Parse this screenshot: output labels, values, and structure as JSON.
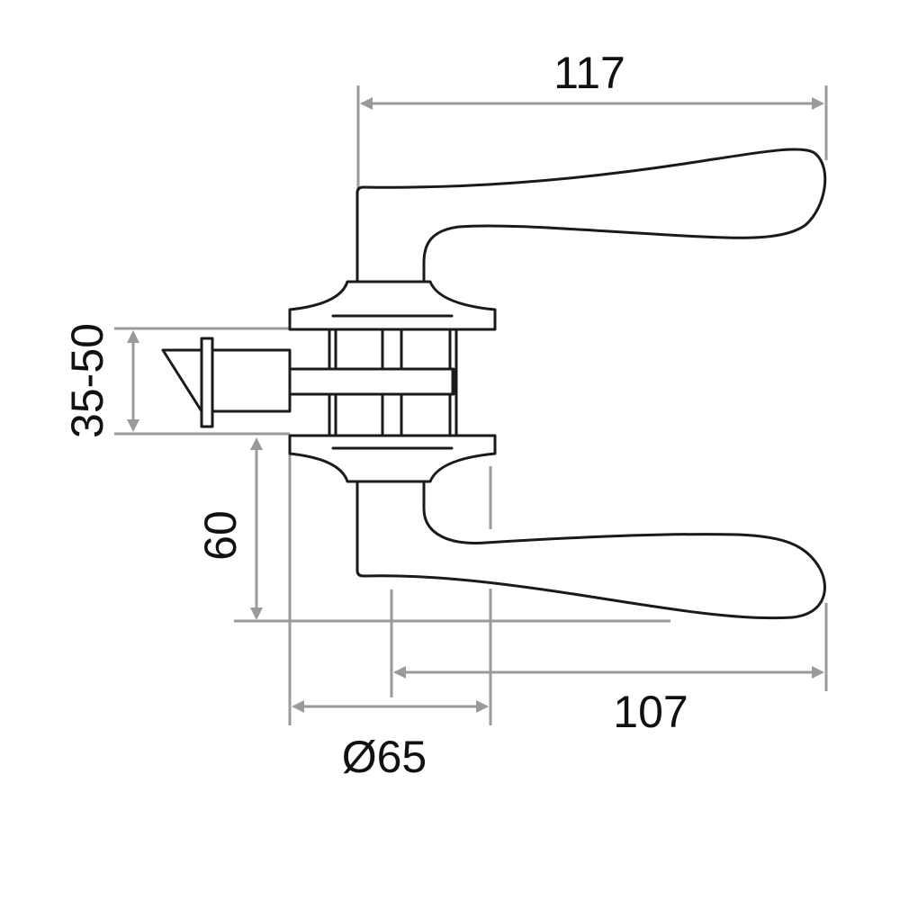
{
  "drawing": {
    "subject": "lever door handle on round rose with latch",
    "line_color": "#1a1a1a",
    "dimension_color": "#9a9a9a",
    "background": "#ffffff"
  },
  "dimensions": {
    "handle_length_overall": "117",
    "handle_projection": "107",
    "door_thickness": "35-50",
    "backset": "60",
    "rose_diameter": "Ø65"
  }
}
